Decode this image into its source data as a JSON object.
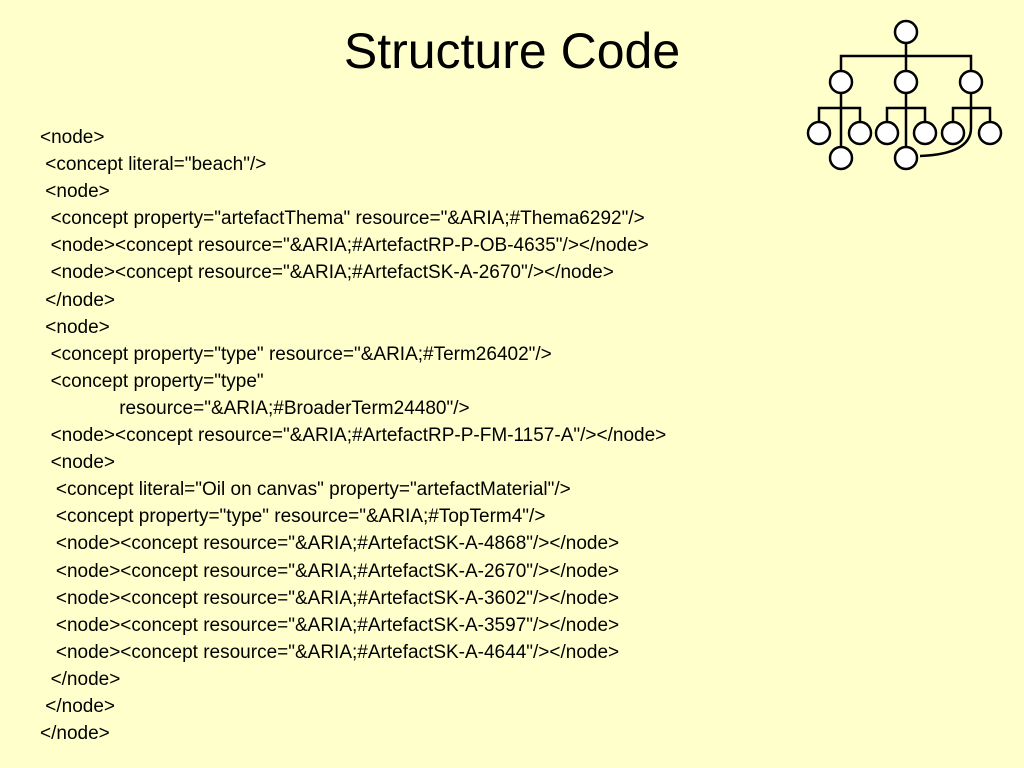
{
  "slide": {
    "title": "Structure Code",
    "icon": "tree-hierarchy-icon",
    "background": "#ffffcc"
  },
  "code_lines": [
    {
      "indent": "",
      "text": "<node>"
    },
    {
      "indent": " ",
      "text": "<concept literal=\"beach\"/>"
    },
    {
      "indent": " ",
      "text": "<node>"
    },
    {
      "indent": "  ",
      "text": "<concept property=\"artefactThema\" resource=\"&ARIA;#Thema6292\"/>"
    },
    {
      "indent": "  ",
      "text": "<node><concept resource=\"&ARIA;#ArtefactRP-P-OB-4635\"/></node>"
    },
    {
      "indent": "  ",
      "text": "<node><concept resource=\"&ARIA;#ArtefactSK-A-2670\"/></node>"
    },
    {
      "indent": " ",
      "text": "</node>"
    },
    {
      "indent": " ",
      "text": "<node>"
    },
    {
      "indent": "  ",
      "text": "<concept property=\"type\" resource=\"&ARIA;#Term26402\"/>"
    },
    {
      "indent": "  ",
      "text": "<concept property=\"type\""
    },
    {
      "indent": "               ",
      "text": "resource=\"&ARIA;#BroaderTerm24480\"/>"
    },
    {
      "indent": "  ",
      "text": "<node><concept resource=\"&ARIA;#ArtefactRP-P-FM-1157-A\"/></node>"
    },
    {
      "indent": "  ",
      "text": "<node>"
    },
    {
      "indent": "   ",
      "text": "<concept literal=\"Oil on canvas\" property=\"artefactMaterial\"/>"
    },
    {
      "indent": "   ",
      "text": "<concept property=\"type\" resource=\"&ARIA;#TopTerm4\"/>"
    },
    {
      "indent": "   ",
      "text": "<node><concept resource=\"&ARIA;#ArtefactSK-A-4868\"/></node>"
    },
    {
      "indent": "   ",
      "text": "<node><concept resource=\"&ARIA;#ArtefactSK-A-2670\"/></node>"
    },
    {
      "indent": "   ",
      "text": "<node><concept resource=\"&ARIA;#ArtefactSK-A-3602\"/></node>"
    },
    {
      "indent": "   ",
      "text": "<node><concept resource=\"&ARIA;#ArtefactSK-A-3597\"/></node>"
    },
    {
      "indent": "   ",
      "text": "<node><concept resource=\"&ARIA;#ArtefactSK-A-4644\"/></node>"
    },
    {
      "indent": "  ",
      "text": "</node>"
    },
    {
      "indent": " ",
      "text": "</node>"
    },
    {
      "indent": "",
      "text": "</node>"
    }
  ]
}
